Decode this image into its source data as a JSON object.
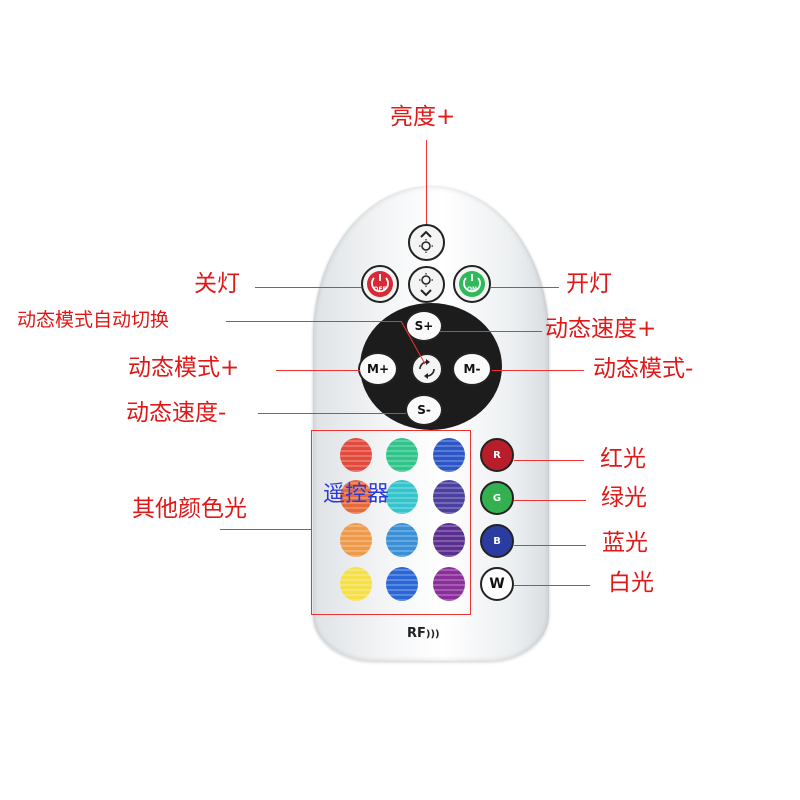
{
  "labels": {
    "brightness_up": "亮度+",
    "off": "关灯",
    "on": "开灯",
    "auto_switch": "动态模式自动切换",
    "speed_up": "动态速度+",
    "mode_up": "动态模式+",
    "mode_down": "动态模式-",
    "speed_down": "动态速度-",
    "other_colors": "其他颜色光",
    "red": "红光",
    "green": "绿光",
    "blue": "蓝光",
    "white": "白光",
    "remote": "遥控器"
  },
  "buttons": {
    "off": "OFF",
    "on": "ON",
    "speed_up": "S+",
    "speed_down": "S-",
    "mode_up": "M+",
    "mode_down": "M-",
    "red": "R",
    "green": "G",
    "blue": "B",
    "white": "W",
    "rf": "RF"
  },
  "colors": {
    "accent_label": "#e01818",
    "remote_label": "#2a3ad8",
    "grid": [
      [
        "#e24a3c",
        "#2fc48a",
        "#2b56c8"
      ],
      [
        "#e8693a",
        "#35c4cc",
        "#4b3fa0"
      ],
      [
        "#ee9a4a",
        "#3a8fd6",
        "#5b2f90"
      ],
      [
        "#f5e04a",
        "#2a66d6",
        "#8a2e9a"
      ]
    ],
    "rgbw": [
      "#b81e2a",
      "#35b050",
      "#2a3ca0",
      "#ffffff"
    ]
  }
}
